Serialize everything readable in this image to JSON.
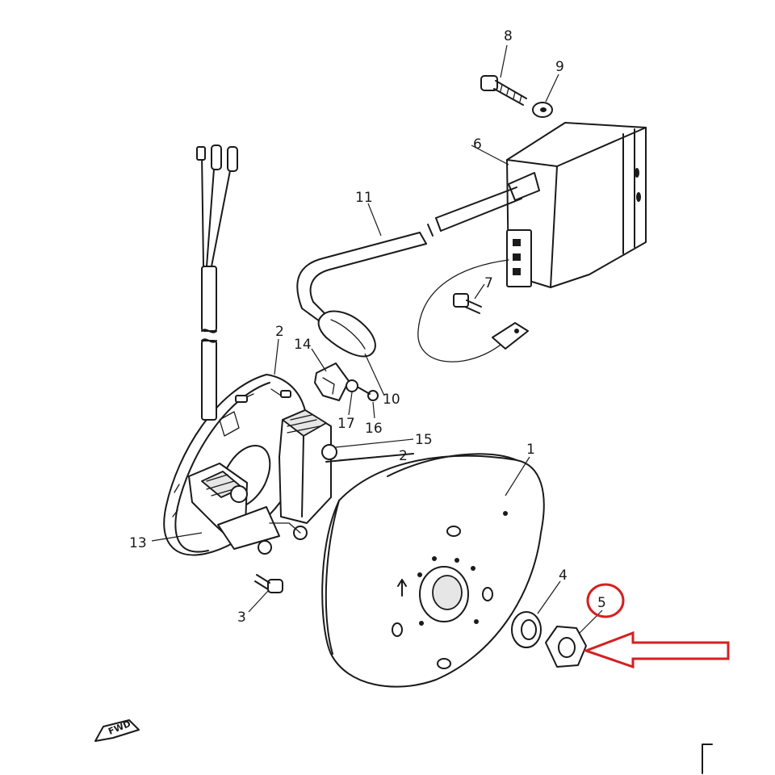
{
  "diagram": {
    "callouts": [
      {
        "id": "1",
        "label": "1"
      },
      {
        "id": "2a",
        "label": "2"
      },
      {
        "id": "2b",
        "label": "2"
      },
      {
        "id": "3",
        "label": "3"
      },
      {
        "id": "4",
        "label": "4"
      },
      {
        "id": "5",
        "label": "5"
      },
      {
        "id": "6",
        "label": "6"
      },
      {
        "id": "7",
        "label": "7"
      },
      {
        "id": "8",
        "label": "8"
      },
      {
        "id": "9",
        "label": "9"
      },
      {
        "id": "10",
        "label": "10"
      },
      {
        "id": "11",
        "label": "11"
      },
      {
        "id": "13",
        "label": "13"
      },
      {
        "id": "14",
        "label": "14"
      },
      {
        "id": "15",
        "label": "15"
      },
      {
        "id": "16",
        "label": "16"
      },
      {
        "id": "17",
        "label": "17"
      }
    ],
    "fwd_label": "FWD",
    "highlight": {
      "color": "#d42020"
    }
  }
}
